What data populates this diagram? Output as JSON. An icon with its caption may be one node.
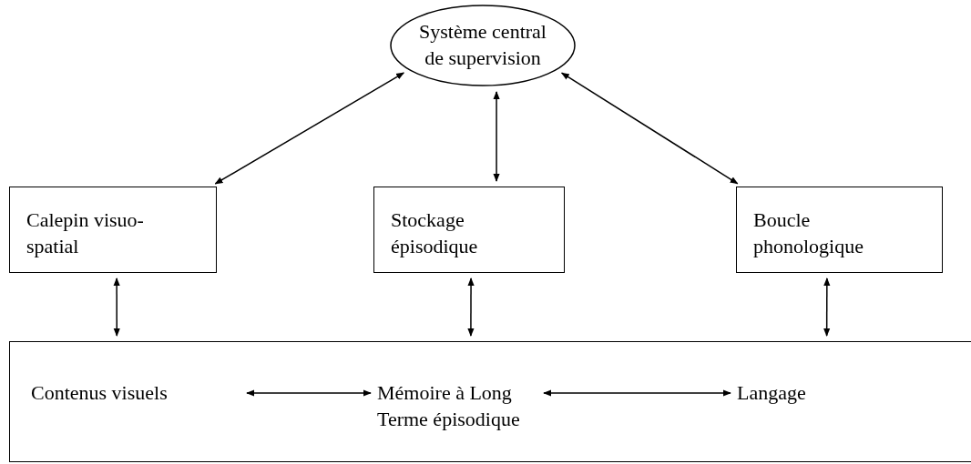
{
  "diagram": {
    "nodes": [
      {
        "text": [
          "Système central de supervision"
        ]
      },
      {
        "text": [
          "Calepin visuo-spatial"
        ]
      },
      {
        "text": [
          "Stockage épisodique"
        ]
      },
      {
        "text": [
          "Boucle phonologique"
        ]
      },
      {
        "text": [],
        "shape": "box"
      },
      {
        "text": [
          "Contenus visuels"
        ],
        "in": 4
      },
      {
        "text": [
          "Mémoire à Long Terme épisodique"
        ],
        "in": 4
      },
      {
        "text": [
          "Langage"
        ],
        "in": 4
      }
    ],
    "edges": [
      {
        "from": 0,
        "to": 1,
        "arrow": "both"
      },
      {
        "from": 0,
        "to": 2,
        "arrow": "both"
      },
      {
        "from": 0,
        "to": 3,
        "arrow": "both"
      },
      {
        "from": 1,
        "to": 4,
        "arrow": "both"
      },
      {
        "from": 2,
        "to": 4,
        "arrow": "both"
      },
      {
        "from": 3,
        "to": 4,
        "arrow": "both"
      },
      {
        "from": 5,
        "to": 6,
        "arrow": "both"
      },
      {
        "from": 6,
        "to": 7,
        "arrow": "both"
      }
    ]
  }
}
